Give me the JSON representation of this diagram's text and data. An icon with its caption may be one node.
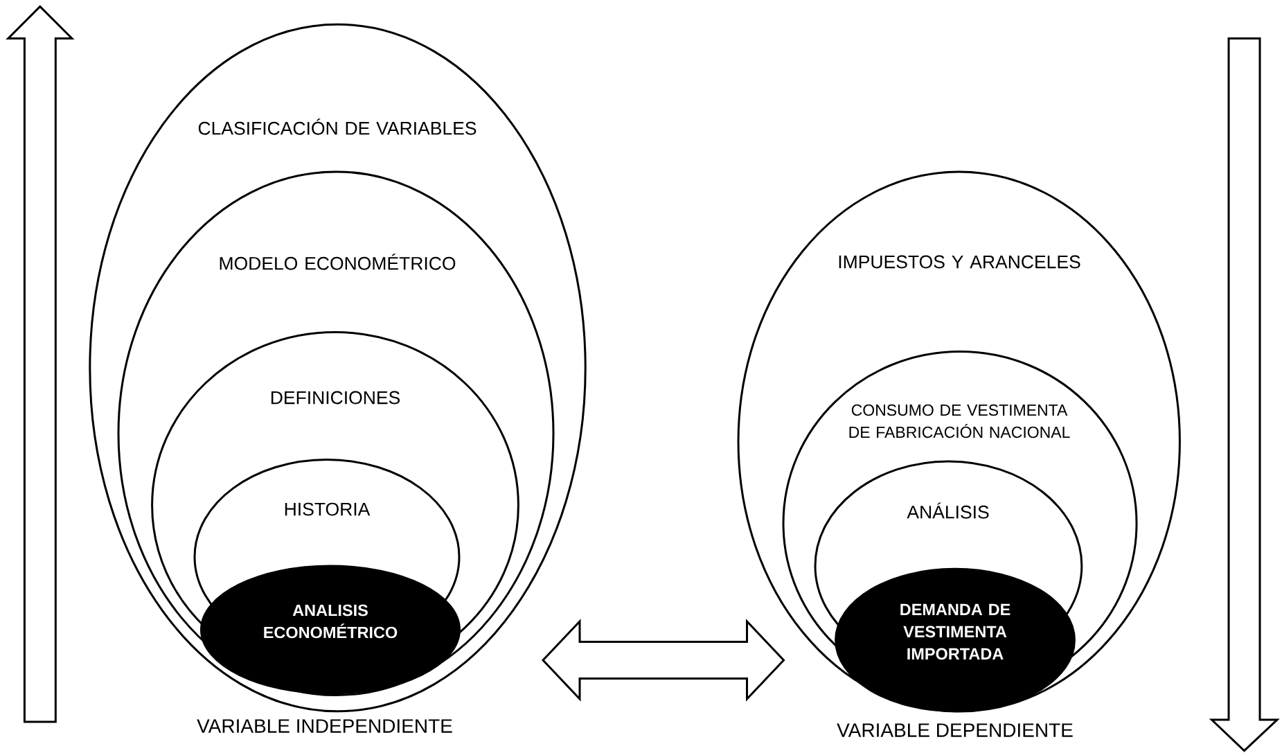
{
  "diagram": {
    "nodes": [
      {
        "text": [
          "CLASIFICACIÓN DE VARIABLES"
        ]
      },
      {
        "text": [
          "MODELO ECONOMÉTRICO"
        ],
        "in": 0
      },
      {
        "text": [
          "DEFINICIONES"
        ],
        "in": 1
      },
      {
        "text": [
          "HISTORIA"
        ],
        "in": 2
      },
      {
        "text": [
          "ANALISIS ECONOMÉTRICO"
        ],
        "in": 1
      },
      {
        "text": [
          "IMPUESTOS Y ARANCELES"
        ]
      },
      {
        "text": [
          "CONSUMO DE VESTIMENTA DE FABRICACIÓN NACIONAL"
        ],
        "in": 5
      },
      {
        "text": [
          "ANÁLISIS"
        ],
        "in": 6
      },
      {
        "text": [
          "DEMANDA DE VESTIMENTA IMPORTADA"
        ],
        "in": 5
      }
    ],
    "edges": [
      {
        "from": 4,
        "to": 8,
        "arrow": "both"
      }
    ],
    "labels": [
      "VARIABLE INDEPENDIENTE",
      "VARIABLE DEPENDIENTE"
    ]
  }
}
